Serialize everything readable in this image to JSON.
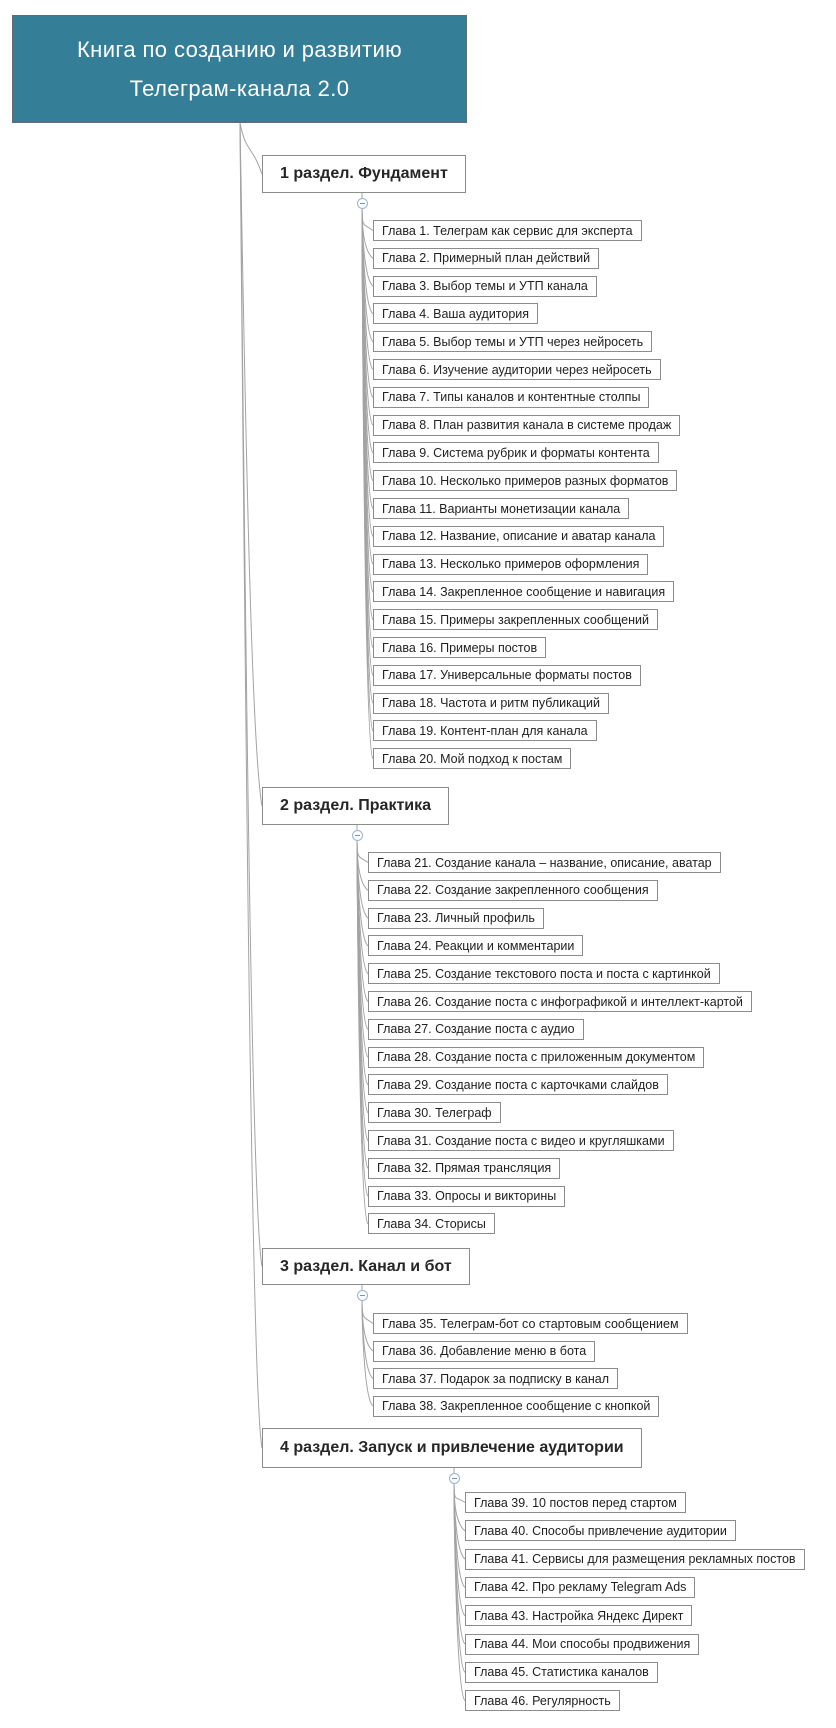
{
  "root_topic": {
    "title_lines": [
      "Книга по созданию и развитию",
      "Телеграм-канала 2.0"
    ]
  },
  "sections": [
    {
      "label": "1 раздел. Фундамент",
      "collapse_icon": "minus-circle-icon",
      "chapters": [
        "Глава 1. Телеграм как сервис для эксперта",
        "Глава 2. Примерный план действий",
        "Глава 3. Выбор темы и УТП канала",
        "Глава 4. Ваша аудитория",
        "Глава 5. Выбор темы и УТП через нейросеть",
        "Глава 6. Изучение аудитории через нейросеть",
        "Глава 7. Типы каналов и контентные столпы",
        "Глава 8. План развития канала в системе продаж",
        "Глава 9. Система рубрик и форматы контента",
        "Глава 10. Несколько примеров разных форматов",
        "Глава 11. Варианты монетизации канала",
        "Глава 12. Название, описание и аватар канала",
        "Глава 13. Несколько примеров оформления",
        "Глава 14. Закрепленное сообщение и навигация",
        "Глава 15. Примеры закрепленных сообщений",
        "Глава 16. Примеры постов",
        "Глава 17. Универсальные форматы постов",
        "Глава 18. Частота и ритм публикаций",
        "Глава 19. Контент-план для канала",
        "Глава 20. Мой подход к постам"
      ]
    },
    {
      "label": "2 раздел. Практика",
      "collapse_icon": "minus-circle-icon",
      "chapters": [
        "Глава 21. Создание канала – название, описание, аватар",
        "Глава 22. Создание закрепленного сообщения",
        "Глава 23. Личный профиль",
        "Глава 24. Реакции и комментарии",
        "Глава 25. Создание текстового поста и поста с картинкой",
        "Глава 26. Создание поста с инфографикой и интеллект-картой",
        "Глава 27. Создание поста с аудио",
        "Глава 28. Создание поста с приложенным документом",
        "Глава 29. Создание поста с карточками слайдов",
        "Глава 30. Телеграф",
        "Глава 31. Создание поста с видео и кругляшками",
        "Глава 32. Прямая трансляция",
        "Глава 33. Опросы и викторины",
        "Глава 34. Сторисы"
      ]
    },
    {
      "label": "3 раздел. Канал и бот",
      "collapse_icon": "minus-circle-icon",
      "chapters": [
        "Глава 35. Телеграм-бот со стартовым сообщением",
        "Глава 36. Добавление меню в бота",
        "Глава 37. Подарок за подписку в канал",
        "Глава 38. Закрепленное сообщение с кнопкой"
      ]
    },
    {
      "label": "4 раздел. Запуск и привлечение аудитории",
      "collapse_icon": "minus-circle-icon",
      "chapters": [
        "Глава 39. 10 постов перед стартом",
        "Глава 40. Способы привлечение аудитории",
        "Глава 41. Сервисы для размещения рекламных постов",
        "Глава 42. Про рекламу Telegram Ads",
        "Глава 43. Настройка Яндекс Директ",
        "Глава 44. Мои способы продвижения",
        "Глава 45. Статистика каналов",
        "Глава 46. Регулярность"
      ]
    }
  ],
  "colors": {
    "root_bg": "#347E97",
    "root_text": "#FFFFFF",
    "node_border": "#8C8C8C",
    "node_text": "#1F1F1F",
    "section_text": "#262626",
    "connector": "#A3A3A3",
    "collapse_stroke": "#9DB4CE"
  }
}
